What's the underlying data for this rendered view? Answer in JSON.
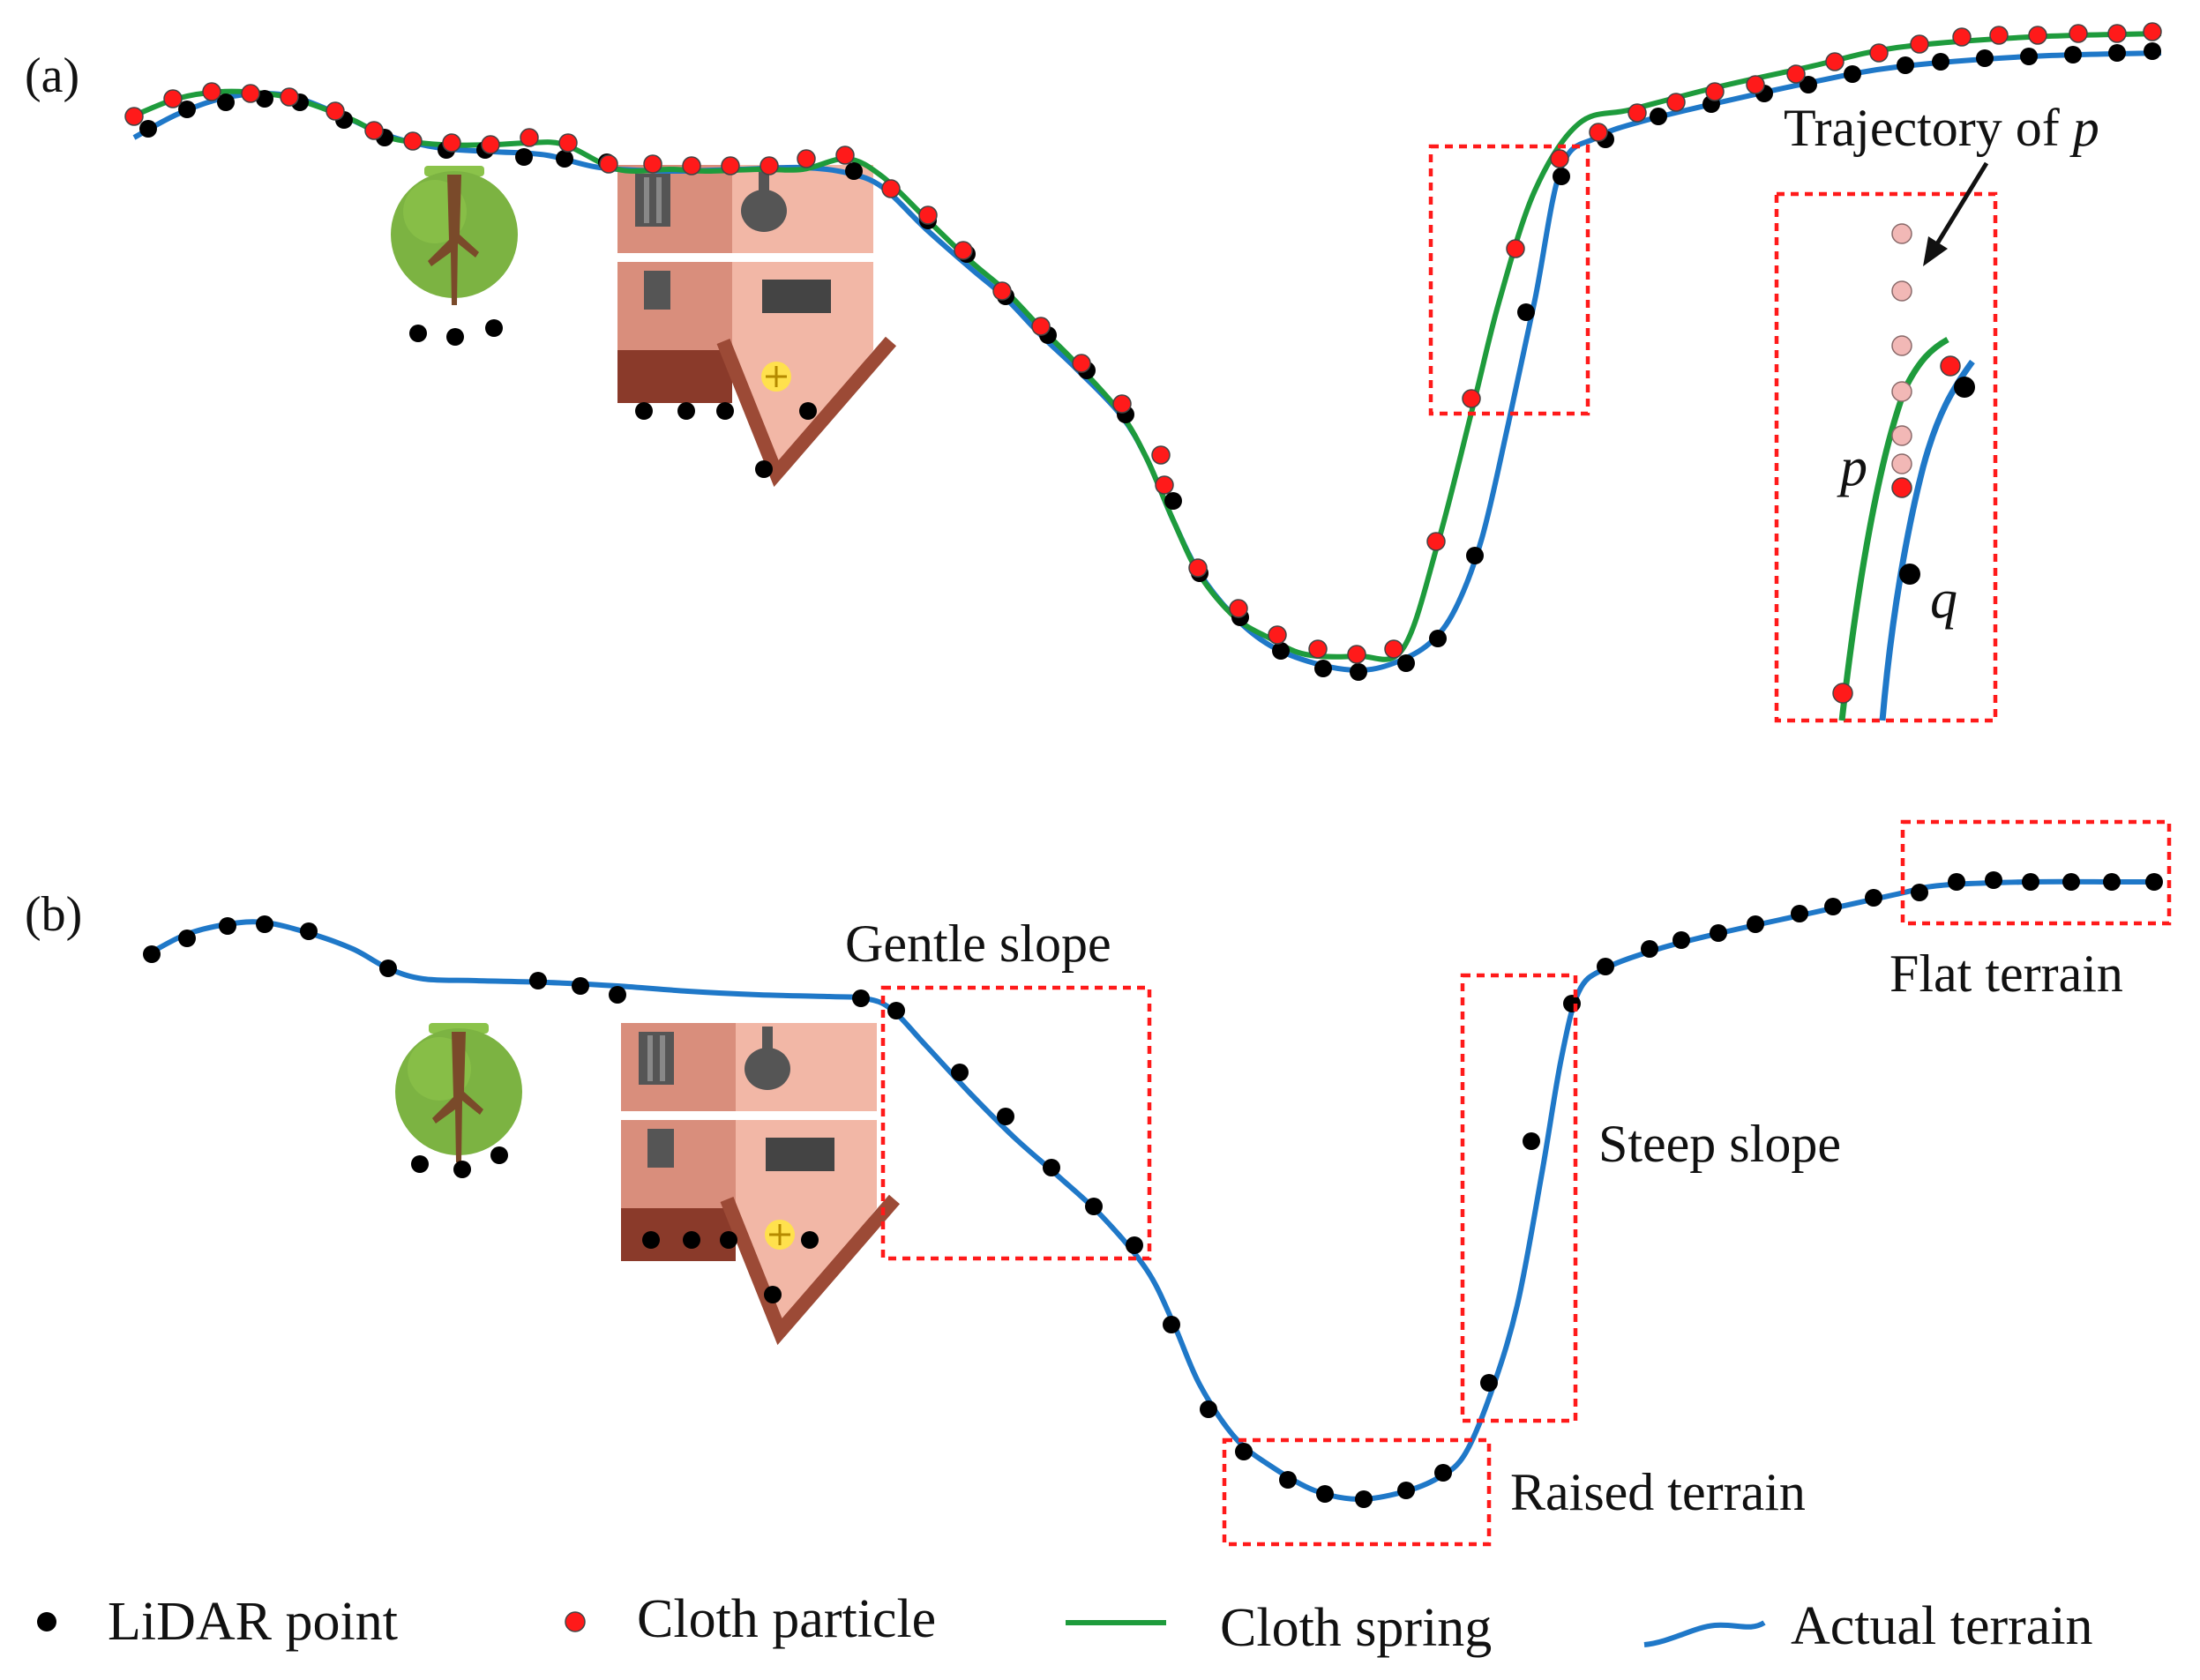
{
  "panel_a": {
    "label": "(a)",
    "trajectory_label_text": "Trajectory of ",
    "trajectory_label_var": "p",
    "particle_label": "p",
    "point_label": "q"
  },
  "panel_b": {
    "label": "(b)",
    "regions": {
      "gentle": "Gentle slope",
      "steep": "Steep slope",
      "raised": "Raised terrain",
      "flat": "Flat terrain"
    }
  },
  "legend": {
    "lidar_point": "LiDAR point",
    "cloth_particle": "Cloth particle",
    "cloth_spring": "Cloth spring",
    "actual_terrain": "Actual terrain"
  },
  "colors": {
    "lidar_point": "#000000",
    "cloth_particle": "#ff1a1a",
    "cloth_spring": "#1e9b3c",
    "actual_terrain": "#1f78c8",
    "trajectory_particle": "#f2b8b6",
    "region_box": "#ff1a1a"
  }
}
